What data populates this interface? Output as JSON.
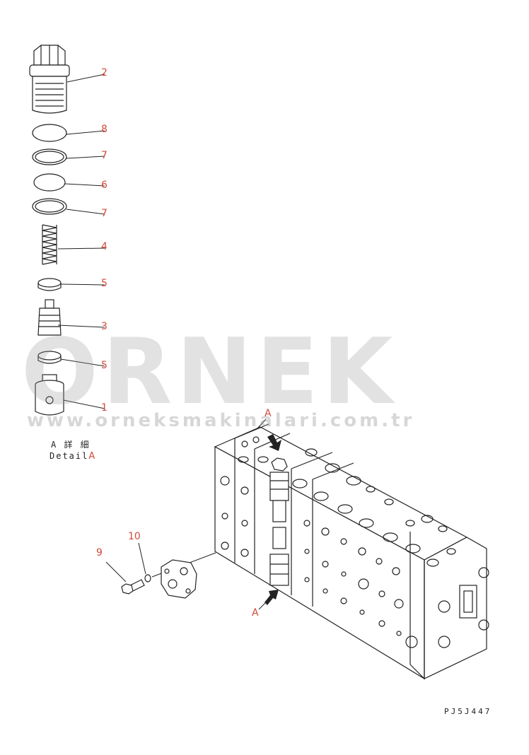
{
  "callouts": {
    "p2": "2",
    "p8": "8",
    "p7a": "7",
    "p6": "6",
    "p7b": "7",
    "p4": "4",
    "p5a": "5",
    "p3": "3",
    "p5b": "5",
    "p1": "1",
    "p9": "9",
    "p10": "10",
    "view_a_top": "A",
    "view_a_bottom": "A"
  },
  "detail": {
    "line1": "A 詳 細",
    "line2": "Detail",
    "line2_suffix": "A"
  },
  "drawing_code": "PJ5J447",
  "watermark": {
    "brand": "ORNEK",
    "url": "www.orneksmakinalari.com.tr"
  },
  "colors": {
    "callout": "#d04a3a",
    "line": "#222222",
    "watermark": "#969696"
  }
}
